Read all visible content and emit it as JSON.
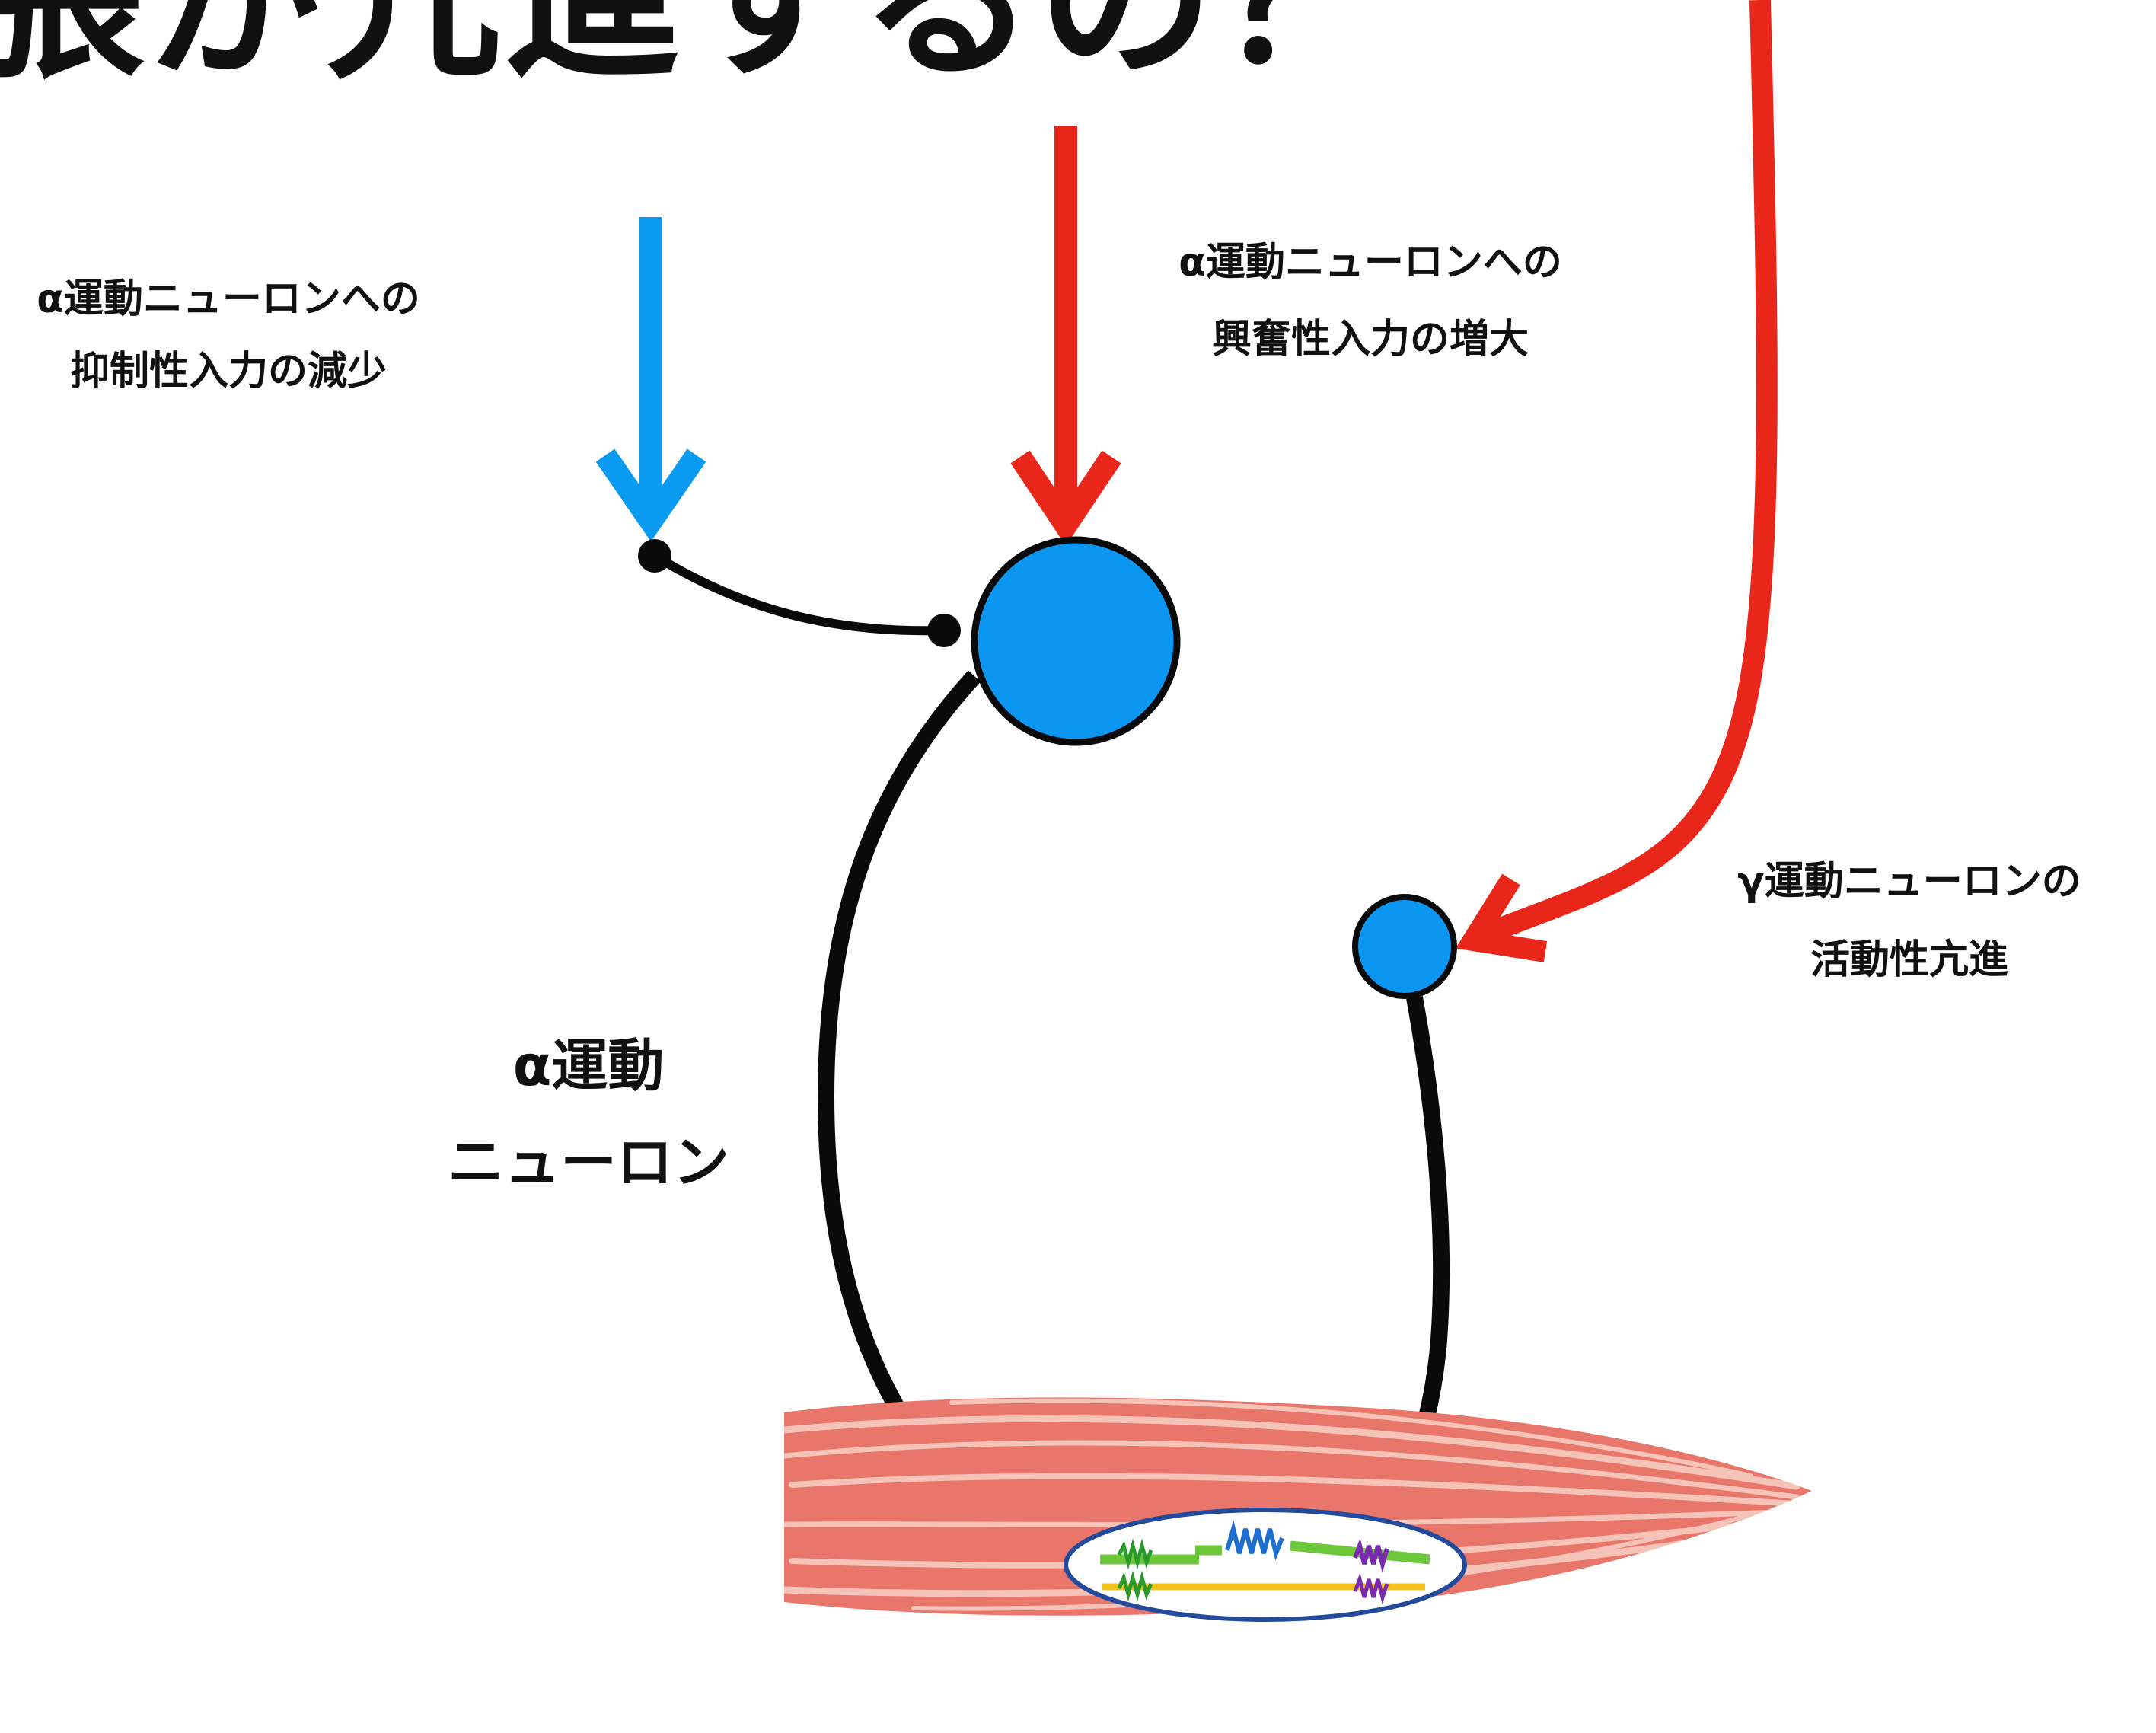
{
  "title": "張が亢進するの？",
  "labels": {
    "inhibitory": [
      "α運動ニューロンへの",
      "抑制性入力の減少"
    ],
    "excitatory": [
      "α運動ニューロンへの",
      "興奮性入力の増大"
    ],
    "gamma": [
      "γ運動ニューロンの",
      "活動性亢進"
    ],
    "alpha": [
      "α運動",
      "ニューロン"
    ]
  },
  "colors": {
    "blue_arrow": "#0a9af0",
    "red_arrow": "#e8261a",
    "neuron_fill": "#0b96f2",
    "axon": "#0a0a0a",
    "muscle": "#e8766a",
    "muscle_stripe": "#f6c3b8",
    "actin": "#f5c21b",
    "myosin": "#6cc83a",
    "spring_blue": "#1f6fd0",
    "spring_green": "#2a9a2a",
    "spring_purple": "#7a2ab0"
  },
  "icons": {
    "blue_arrow": "down-arrow-icon",
    "red_arrow": "down-arrow-icon",
    "red_curved_arrow": "curved-arrow-icon",
    "muscle": "muscle-fiber-icon"
  }
}
